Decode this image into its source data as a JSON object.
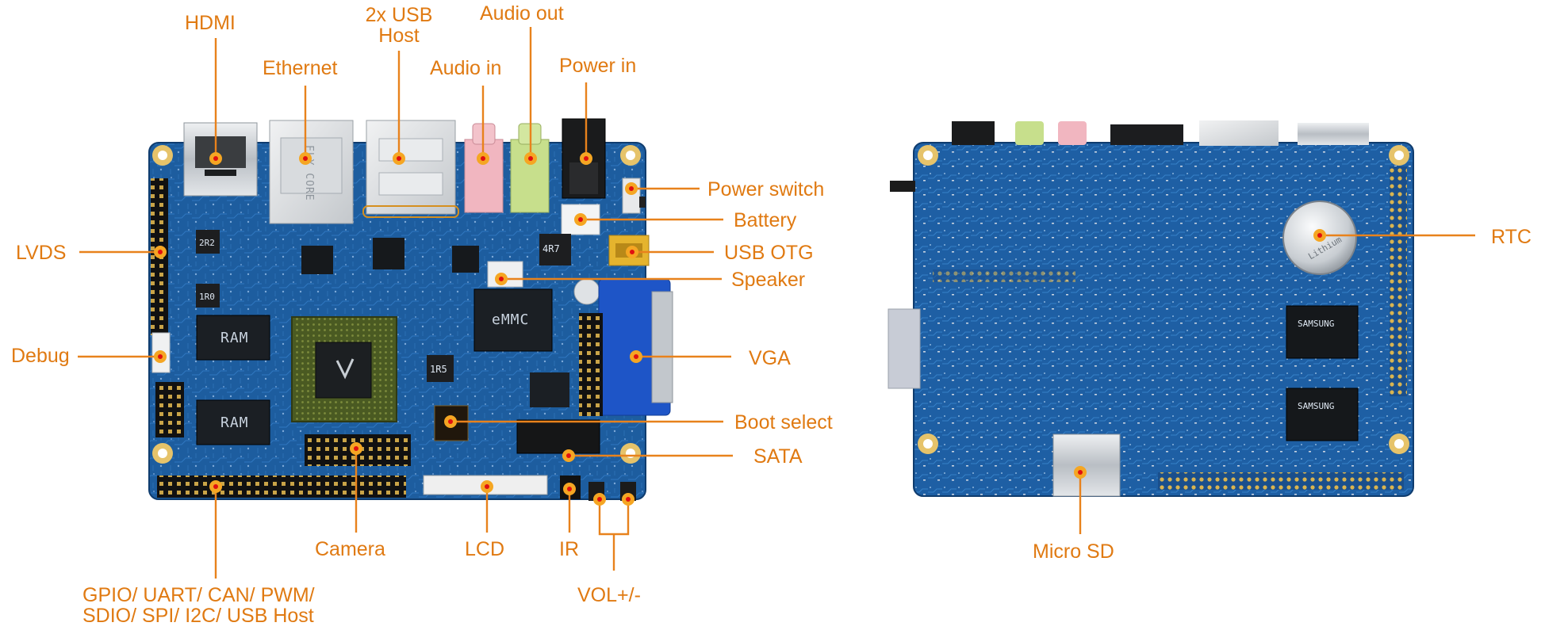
{
  "colors": {
    "label": "#e07a12",
    "leader": "#e8821c",
    "marker": "#f5a623",
    "marker_dot": "#e01010",
    "pcb": "#1c5a9c",
    "pcb_dark": "#123f73",
    "chip": "#1b1f24",
    "soc": "#5a6b2a"
  },
  "front": {
    "labels": {
      "hdmi": "HDMI",
      "ethernet": "Ethernet",
      "usb_host_line1": "2x USB",
      "usb_host_line2": "Host",
      "audio_in": "Audio in",
      "audio_out": "Audio out",
      "power_in": "Power in",
      "power_switch": "Power switch",
      "battery": "Battery",
      "usb_otg": "USB OTG",
      "speaker": "Speaker",
      "vga": "VGA",
      "boot_select": "Boot select",
      "sata": "SATA",
      "lvds": "LVDS",
      "debug": "Debug",
      "camera": "Camera",
      "lcd": "LCD",
      "ir": "IR",
      "vol": "VOL+/-",
      "gpio_line1": "GPIO/ UART/ CAN/ PWM/",
      "gpio_line2": "SDIO/ SPI/ I2C/ USB Host"
    },
    "chips": {
      "ram_top": "RAM",
      "ram_bottom": "RAM",
      "emmc": "eMMC",
      "ethernet_jack": "FLY CORE",
      "inductor_1": "2R2",
      "inductor_2": "1R0",
      "inductor_3": "1R5",
      "inductor_4": "4R7"
    }
  },
  "back": {
    "labels": {
      "rtc": "RTC",
      "micro_sd": "Micro SD"
    },
    "chips": {
      "ram_top": "SAMSUNG",
      "ram_bottom": "SAMSUNG",
      "battery_cell": "Lithium"
    }
  }
}
